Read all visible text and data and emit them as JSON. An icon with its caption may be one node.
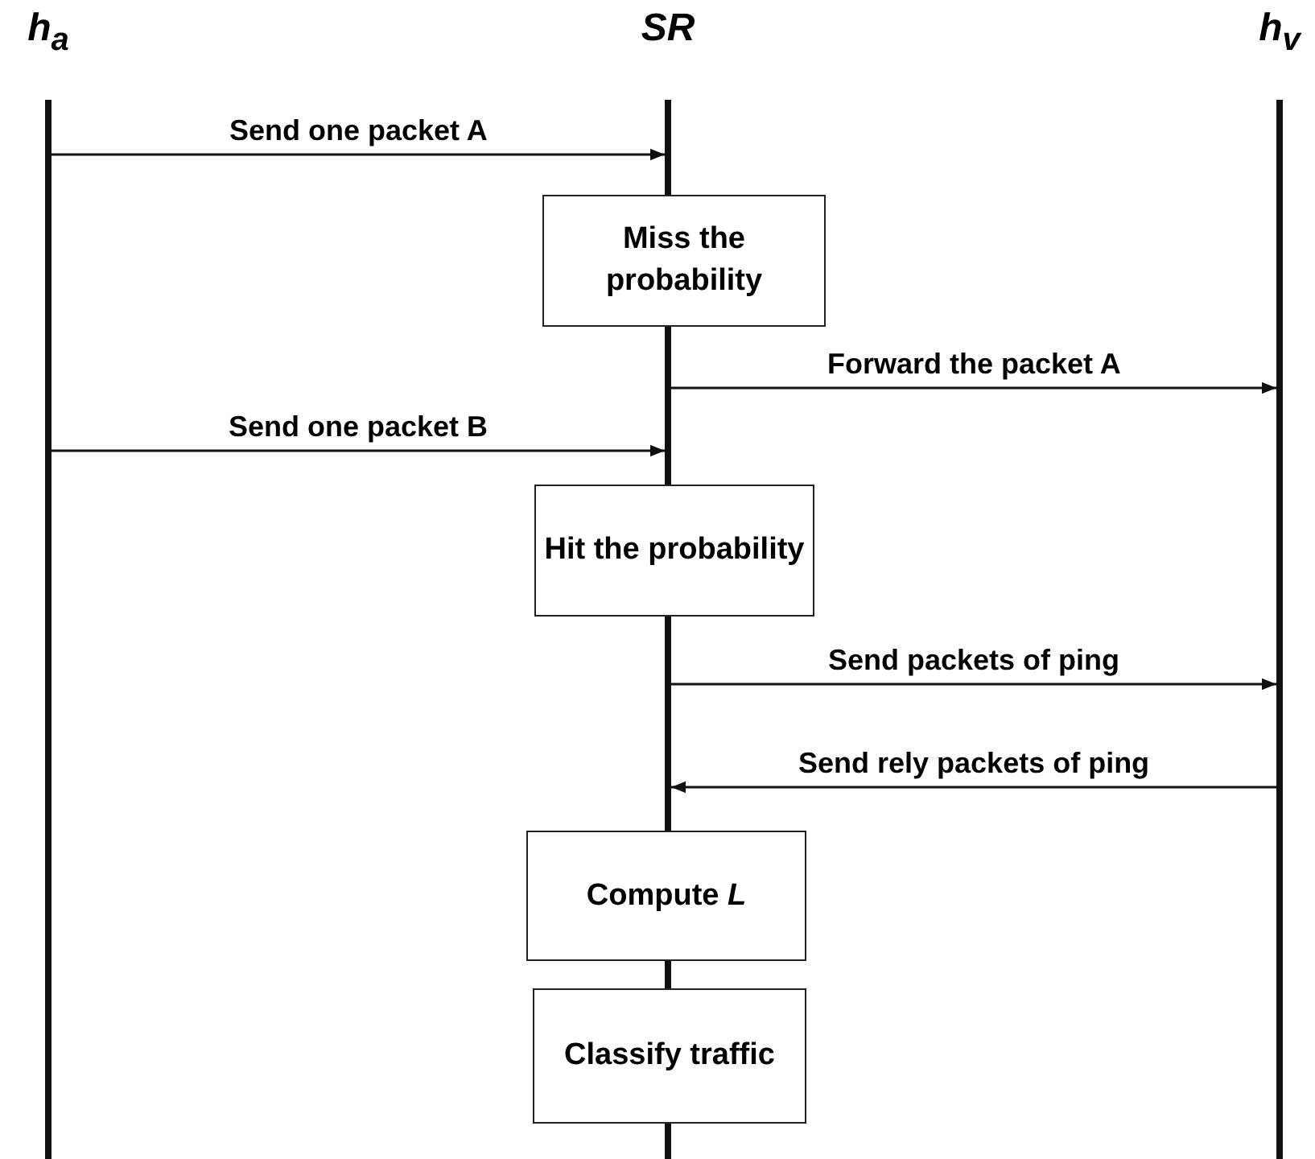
{
  "diagram": {
    "nodes": [
      {
        "text": [
          "h$_{a}$"
        ]
      },
      {
        "text": [
          "SR"
        ]
      },
      {
        "text": [
          "h$_{v}$"
        ]
      },
      {
        "text": [
          "Miss the probability"
        ]
      },
      {
        "text": [
          "Hit the probability"
        ]
      },
      {
        "text": [
          "Compute *L*"
        ]
      },
      {
        "text": [
          "Classify traffic"
        ]
      }
    ],
    "edges": [
      {
        "from": 0,
        "to": 1,
        "arrow": "to",
        "label": "Send one packet A"
      },
      {
        "from": 1,
        "to": 2,
        "arrow": "to",
        "label": "Forward the packet A"
      },
      {
        "from": 0,
        "to": 1,
        "arrow": "to",
        "label": "Send one packet B"
      },
      {
        "from": 1,
        "to": 2,
        "arrow": "to",
        "label": "Send packets of ping"
      },
      {
        "from": 2,
        "to": 1,
        "arrow": "to",
        "label": "Send rely packets of ping"
      }
    ]
  }
}
